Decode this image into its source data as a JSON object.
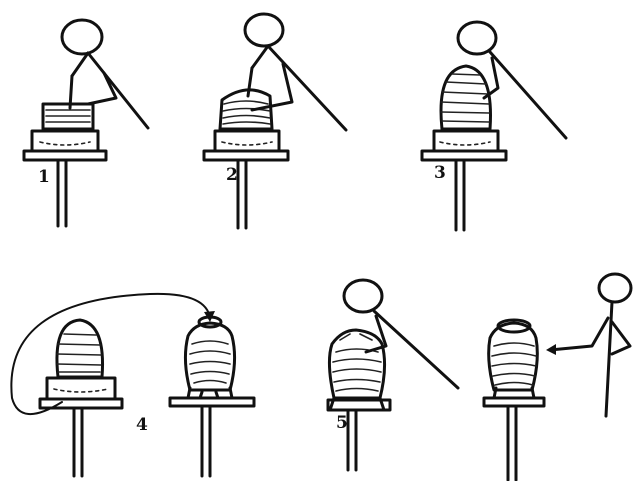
{
  "panels": [
    {
      "step_label": "1"
    },
    {
      "step_label": "2"
    },
    {
      "step_label": "3"
    },
    {
      "step_label": "4"
    },
    {
      "step_label": "5"
    }
  ],
  "ink_color": "#111111"
}
